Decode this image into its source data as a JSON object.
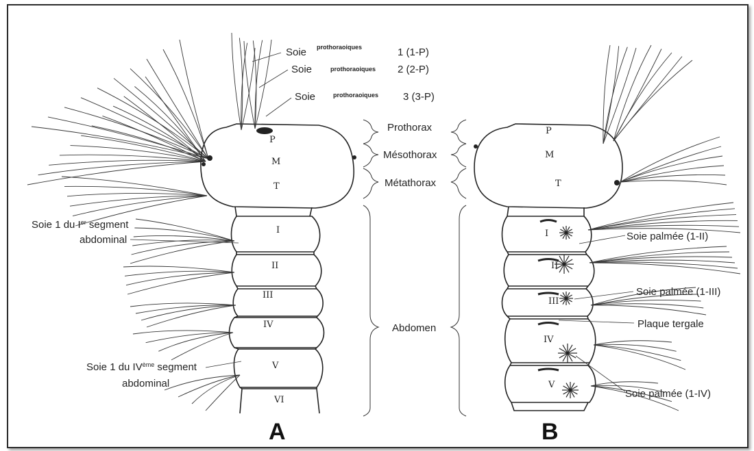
{
  "panel_a": {
    "letter": "A",
    "setae": [
      {
        "word": "Soie",
        "qualifier": "prothoraoiques",
        "tail": "1 (1-P)"
      },
      {
        "word": "Soie",
        "qualifier": "prothoraoiques",
        "tail": "2 (2-P)"
      },
      {
        "word": "Soie",
        "qualifier": "prothoraoiques",
        "tail": "3 (3-P)"
      }
    ],
    "thorax_labels": [
      "P",
      "M",
      "T"
    ],
    "segment_labels": [
      "I",
      "II",
      "III",
      "IV",
      "V",
      "VI"
    ],
    "left_labels": [
      {
        "line1": "Soie 1 du I",
        "sup": "er",
        "line1_end": " segment",
        "line2": "abdominal"
      },
      {
        "line1": "Soie 1 du IV",
        "sup": "ème",
        "line1_end": " segment",
        "line2": "abdominal"
      }
    ]
  },
  "center_labels": [
    "Prothorax",
    "Mésothorax",
    "Métathorax",
    "Abdomen"
  ],
  "panel_b": {
    "letter": "B",
    "thorax_labels": [
      "P",
      "M",
      "T"
    ],
    "segment_labels": [
      "I",
      "II",
      "III",
      "IV",
      "V"
    ],
    "right_labels": [
      "Soie palmée (1-II)",
      "Soie palmée (1-III)",
      "Plaque tergale",
      "Soie palmée (1-IV)"
    ]
  },
  "colors": {
    "ink": "#222222",
    "frame": "#2a2a2a",
    "background": "#ffffff"
  }
}
